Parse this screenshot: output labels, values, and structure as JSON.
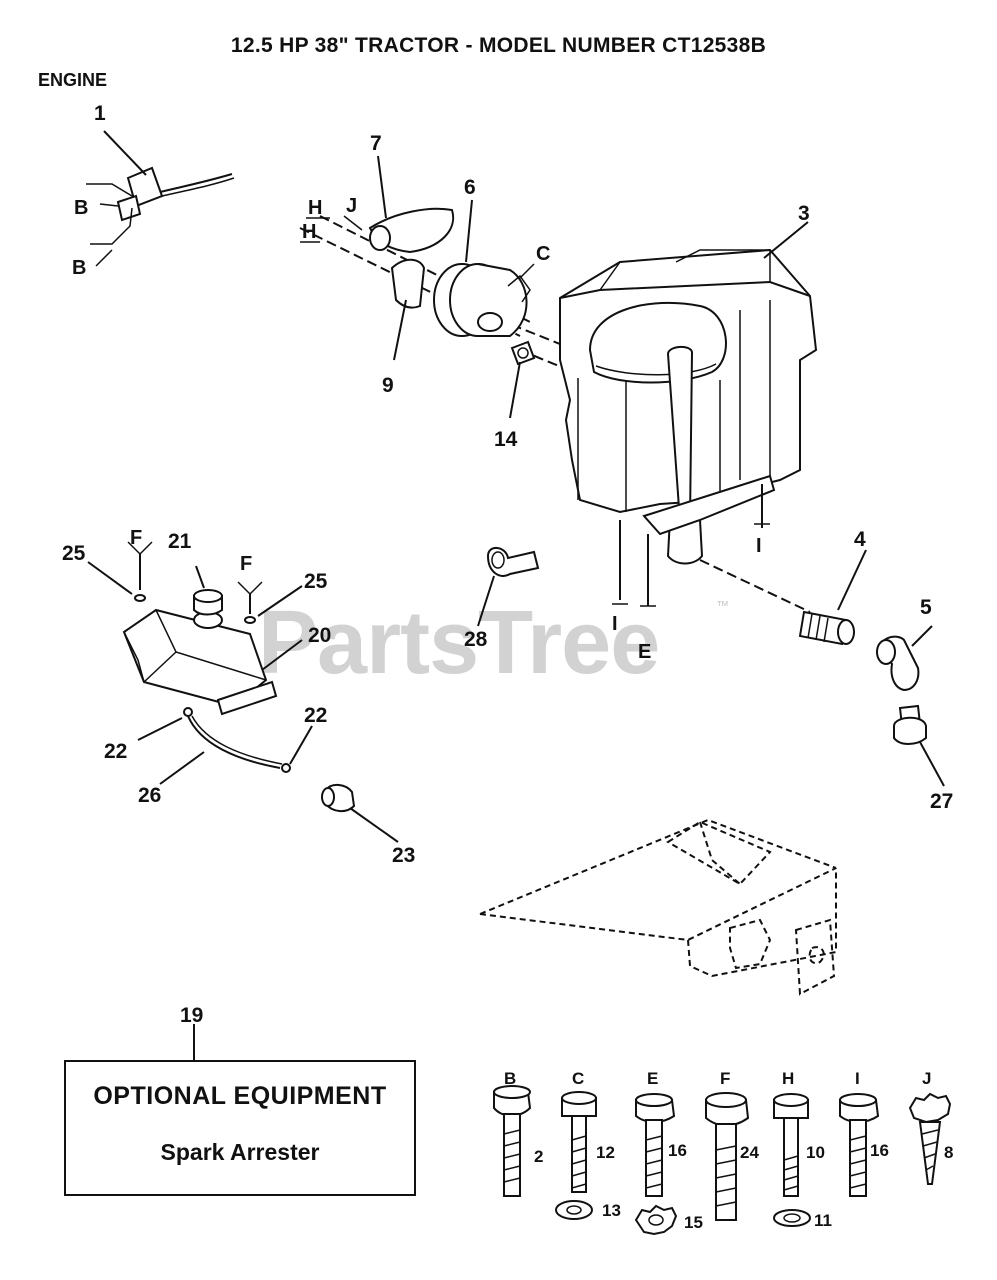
{
  "header": {
    "title": "12.5 HP 38\" TRACTOR - MODEL NUMBER CT12538B",
    "section": "ENGINE"
  },
  "watermark": {
    "text": "PartsTree",
    "trademark": "™"
  },
  "callouts": {
    "c1": "1",
    "c3": "3",
    "c4": "4",
    "c5": "5",
    "c6": "6",
    "c7": "7",
    "c9": "9",
    "c14": "14",
    "c19": "19",
    "c20": "20",
    "c21": "21",
    "c22a": "22",
    "c22b": "22",
    "c23": "23",
    "c25a": "25",
    "c25b": "25",
    "c26": "26",
    "c27": "27",
    "c28": "28"
  },
  "references": {
    "b_top": "B",
    "b_bottom": "B",
    "h_top": "H",
    "h_bottom": "H",
    "j": "J",
    "c": "C",
    "f_left": "F",
    "f_right": "F",
    "i_upper": "I",
    "i_lower": "I",
    "e": "E"
  },
  "optional_equipment": {
    "title": "OPTIONAL EQUIPMENT",
    "item": "Spark Arrester"
  },
  "hardware": [
    {
      "letter": "B",
      "number": "2"
    },
    {
      "letter": "C",
      "number": "12"
    },
    {
      "letter": "E",
      "number": "16"
    },
    {
      "letter": "F",
      "number": "24"
    },
    {
      "letter": "H",
      "number": "10"
    },
    {
      "letter": "I",
      "number": "16"
    },
    {
      "letter": "J",
      "number": "8"
    }
  ],
  "washers": {
    "w13": "13",
    "w15": "15",
    "w11": "11"
  },
  "colors": {
    "ink": "#111111",
    "watermark": "#d2d2d2",
    "background": "#ffffff"
  }
}
